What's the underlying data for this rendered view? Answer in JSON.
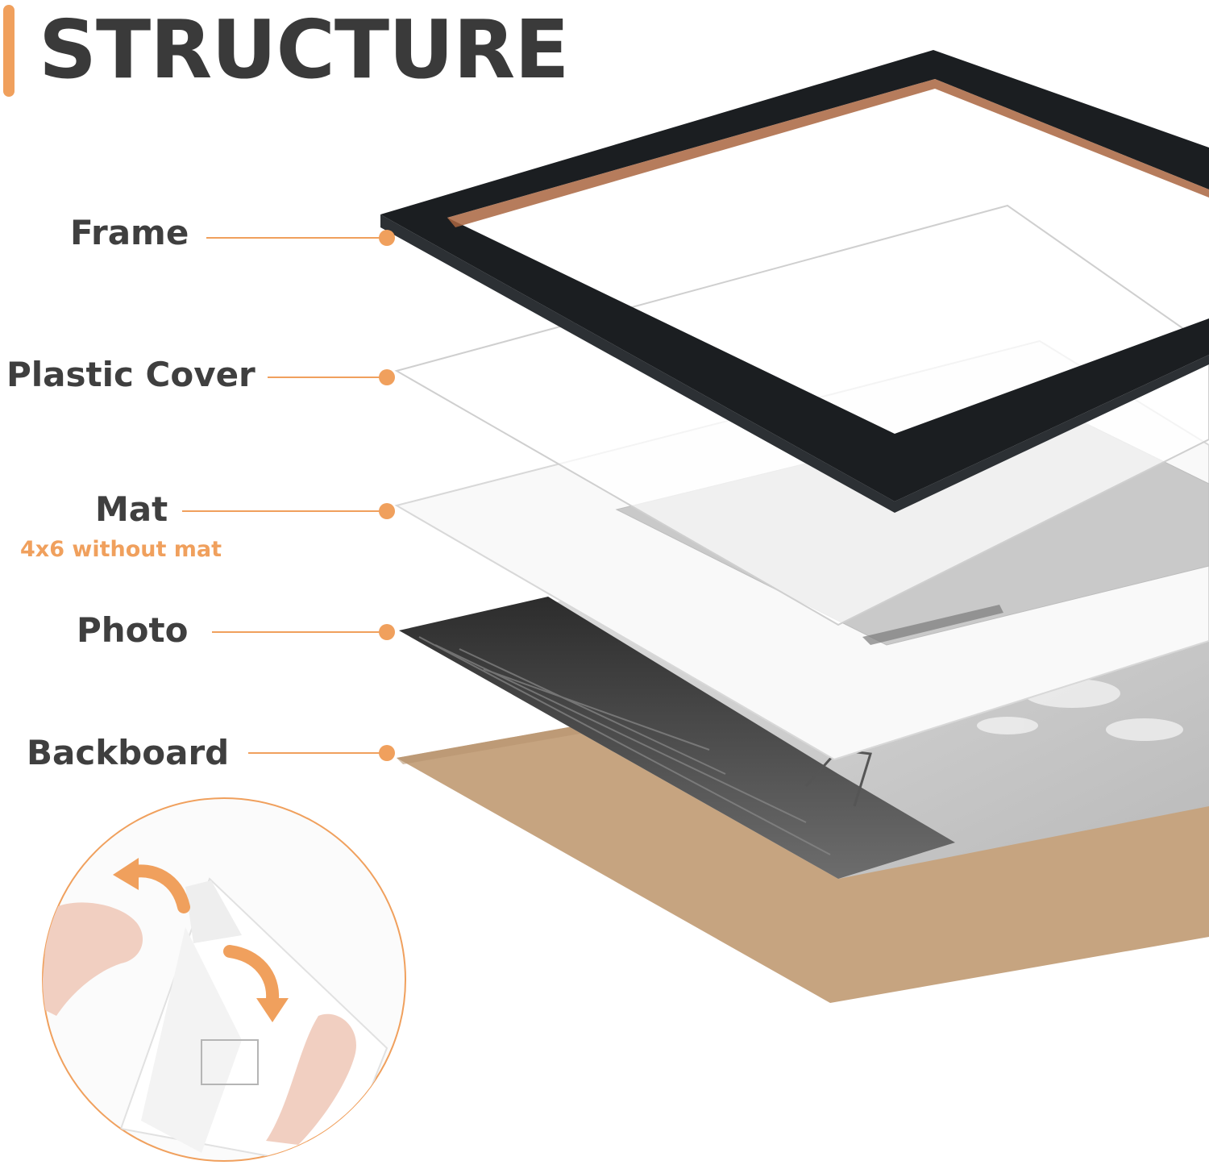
{
  "header": {
    "title": "STRUCTURE"
  },
  "layers": {
    "frame": "Frame",
    "plastic_cover": "Plastic Cover",
    "mat": "Mat",
    "mat_note": "4x6 without mat",
    "photo": "Photo",
    "backboard": "Backboard"
  },
  "colors": {
    "accent": "#f0a05d",
    "text": "#3f3f3f",
    "frame": "#1b1e21",
    "frame_inner": "#a9653f",
    "backboard": "#c6a480"
  },
  "icons": {
    "arrow_left": "curved-arrow-left-icon",
    "arrow_down": "curved-arrow-down-icon"
  }
}
